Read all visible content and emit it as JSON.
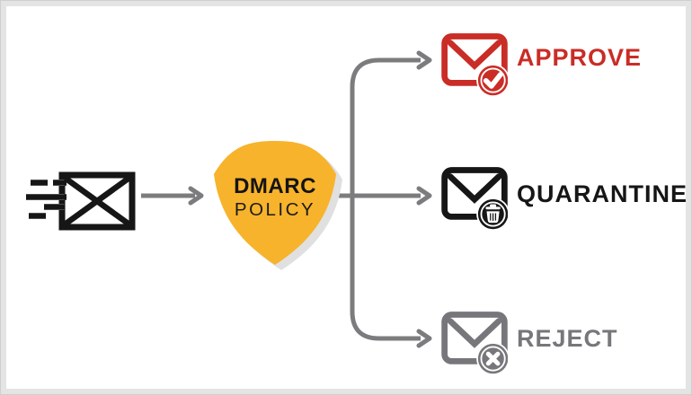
{
  "diagram": {
    "title_semantic": "DMARC policy email flow diagram",
    "source": {
      "icon": "sending-email-icon"
    },
    "shield": {
      "icon": "shield-badge",
      "line1": "DMARC",
      "line2": "POLICY"
    },
    "outcomes": [
      {
        "label": "APPROVE",
        "icon": "email-approved-icon",
        "badge": "check-badge",
        "color": "#c92d26"
      },
      {
        "label": "QUARANTINE",
        "icon": "email-quarantine-icon",
        "badge": "trash-badge",
        "color": "#161616"
      },
      {
        "label": "REJECT",
        "icon": "email-rejected-icon",
        "badge": "cross-badge",
        "color": "#77777b"
      }
    ]
  },
  "colors": {
    "red": "#c92d26",
    "dark": "#161616",
    "gray": "#77777b",
    "arrow": "#7c7c7e",
    "yellow": "#f7b32c",
    "shadow": "#e0e0e0",
    "frame": "#e4e4e4"
  }
}
